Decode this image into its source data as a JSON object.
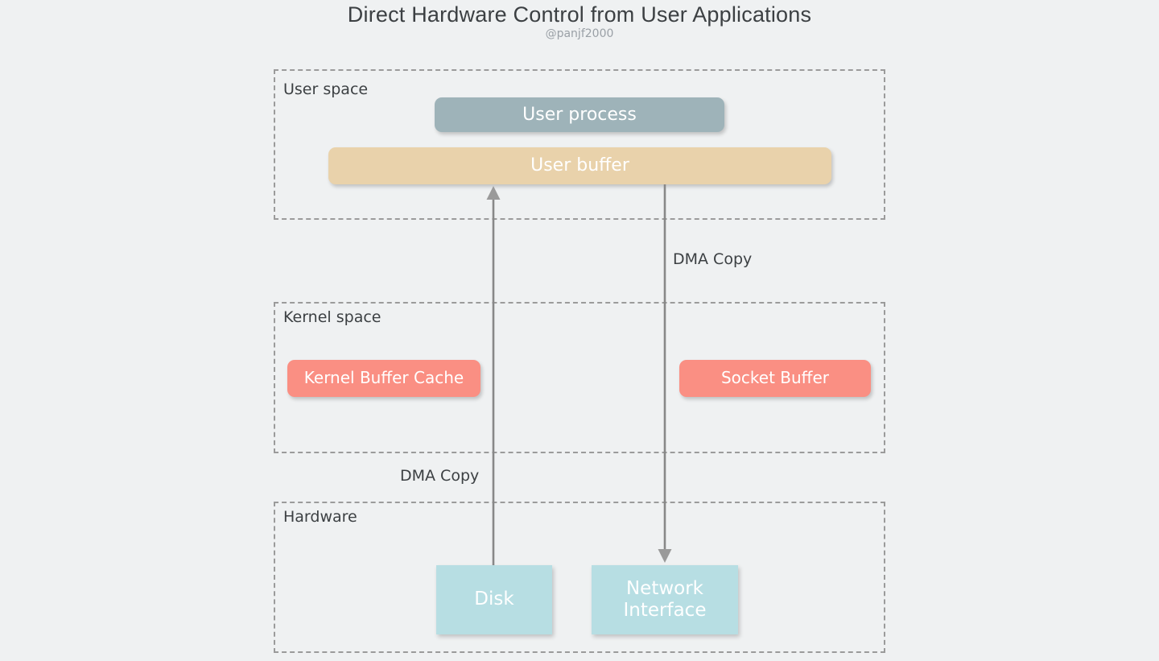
{
  "header": {
    "title": "Direct Hardware Control from User Applications",
    "subtitle": "@panjf2000"
  },
  "colors": {
    "background": "#eff1f2",
    "zone_border": "#9b9b9b",
    "user_process": "#9eb3b9",
    "user_buffer": "#e9d2ab",
    "kernel_box": "#fa8f83",
    "hardware_box": "#b7dee3",
    "arrow": "#888888",
    "text_dark": "#3c4043",
    "text_muted": "#9aa0a6"
  },
  "zones": [
    {
      "id": "user-space",
      "label": "User space"
    },
    {
      "id": "kernel-space",
      "label": "Kernel space"
    },
    {
      "id": "hardware",
      "label": "Hardware"
    }
  ],
  "nodes": {
    "user_process": "User process",
    "user_buffer": "User buffer",
    "kernel_buffer_cache": "Kernel Buffer Cache",
    "socket_buffer": "Socket Buffer",
    "disk": "Disk",
    "network_interface_line1": "Network",
    "network_interface_line2": "Interface"
  },
  "edges": [
    {
      "id": "disk-to-user-buffer",
      "label": "DMA Copy",
      "from": "Disk",
      "to": "User buffer",
      "direction": "up"
    },
    {
      "id": "user-buffer-to-network-interface",
      "label": "DMA Copy",
      "from": "User buffer",
      "to": "Network Interface",
      "direction": "down"
    }
  ]
}
